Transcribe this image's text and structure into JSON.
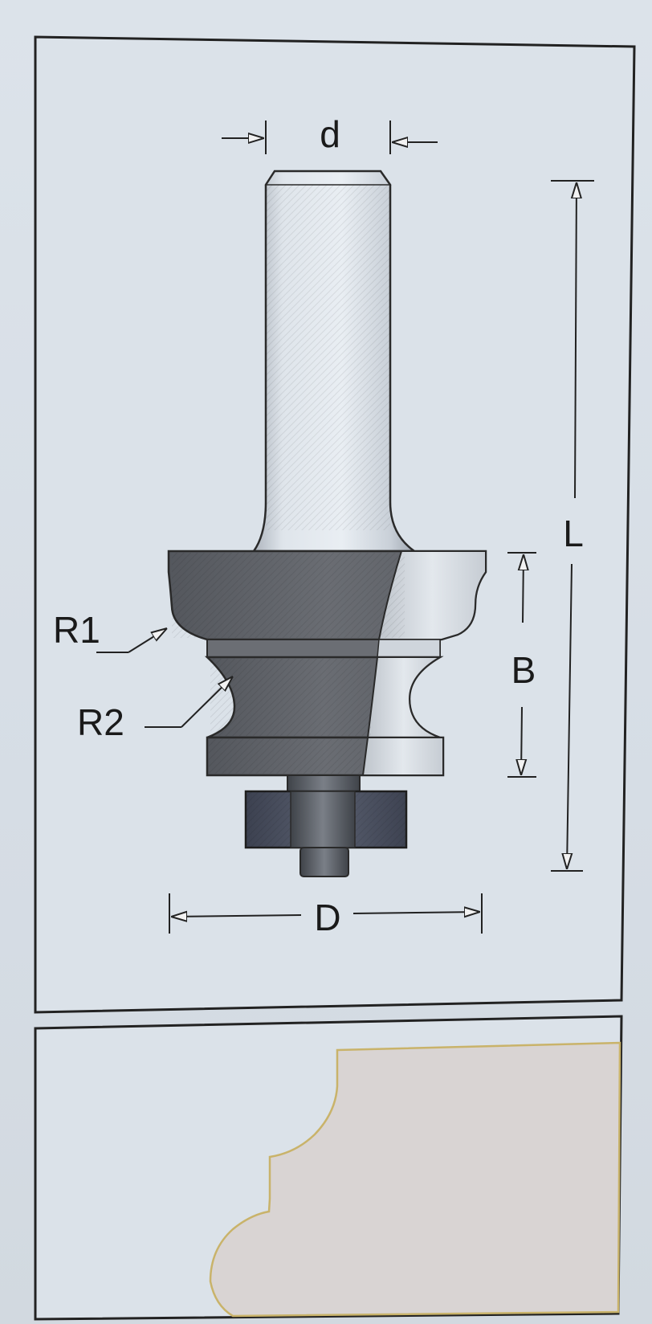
{
  "labels": {
    "shank_diameter": "d",
    "overall_length": "L",
    "cut_height": "B",
    "cut_diameter": "D",
    "radius_1": "R1",
    "radius_2": "R2"
  },
  "colors": {
    "frame": "#222222",
    "panel_background": "#dbe2e9",
    "shank_light": "#e6ebf0",
    "shank_mid": "#cfd6de",
    "cutter_dark": "#5a5d63",
    "cutter_light": "#d6dbe1",
    "bearing": "#4a4f5a",
    "profile_fill": "#d9d4d3",
    "profile_edge": "#c9b36a"
  }
}
